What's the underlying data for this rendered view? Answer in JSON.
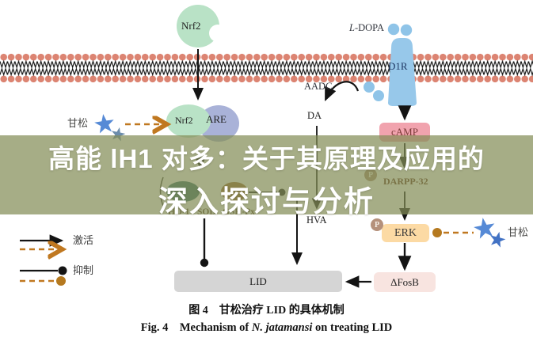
{
  "banner": {
    "line1": "高能 lH1 对多：关于其原理及应用的",
    "line2": "深入探讨与分析"
  },
  "molecules": {
    "nrf2_top": "Nrf2",
    "nrf2_complex": "Nrf2",
    "are": "ARE",
    "ldopa_italic": "L",
    "ldopa_rest": "-DOPA",
    "d1r": "D1R",
    "aadc": "AADC",
    "da": "DA",
    "hva": "HVA",
    "camp": "cAMP",
    "darpp32": "DARPP-32",
    "phospho": "P",
    "erk": "ERK",
    "fosb": "ΔFosB",
    "lid": "LID",
    "ho1": "HO-1",
    "sod": "SOD",
    "gshpx": "GSH-Px",
    "herb_left": "甘松",
    "herb_right": "甘松"
  },
  "legend": {
    "activate": "激活",
    "inhibit": "抑制"
  },
  "caption": {
    "zh": "图 4　甘松治疗 LID 的具体机制",
    "en_prefix": "Fig. 4　Mechanism of ",
    "en_italic": "N. jatamansi",
    "en_suffix": " on treating LID"
  },
  "colors": {
    "banner": "rgba(131,141,88,0.72)",
    "mint": "#b9e2c6",
    "purple": "#a9b2d8",
    "blue": "#97c8ea",
    "bluedot": "#8fc4e8",
    "pink": "#f1a3ae",
    "peach": "#fcdaa4",
    "fosbbg": "#f8e4e0",
    "graybox": "#d5d5d5",
    "orange": "#c07820",
    "orangedot": "#b5791f",
    "membrane": "#dc8472",
    "star": "#568ad6",
    "star2": "#4272c4",
    "star3": "#6b8cab",
    "ptan": "#b5917b",
    "ink": "#141414",
    "darppink": "#5e2c18"
  }
}
